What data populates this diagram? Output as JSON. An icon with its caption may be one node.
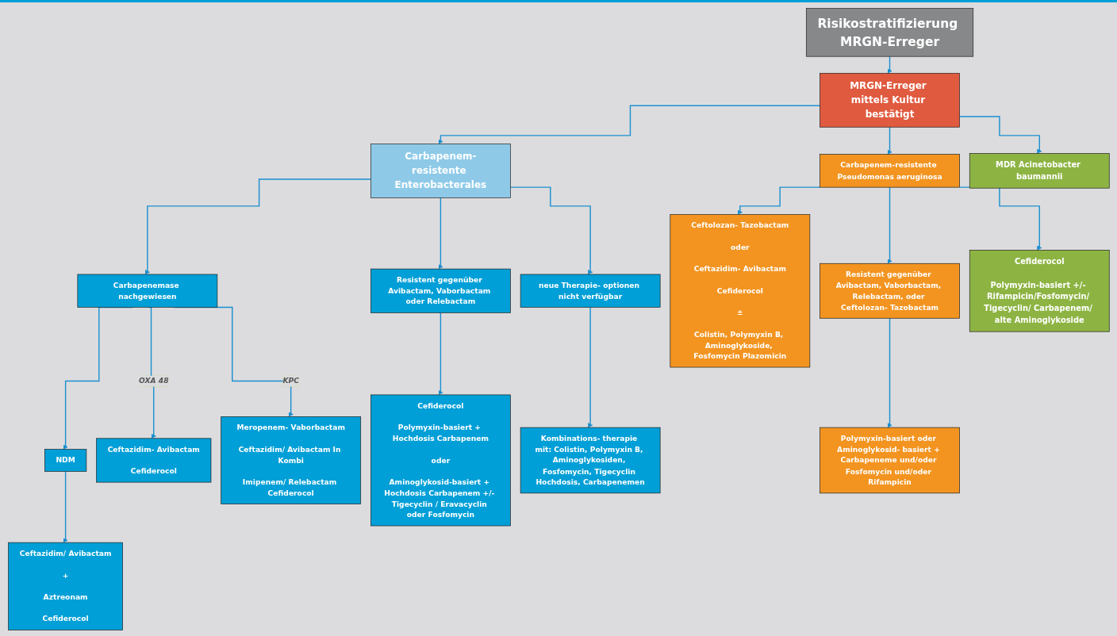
{
  "diagram": {
    "nodes": [
      {
        "text": [
          "Risikostratifizierung MRGN-Erreger"
        ]
      },
      {
        "text": [
          "MRGN-Erreger mittels Kultur bestätigt"
        ]
      },
      {
        "text": [
          "Carbapenem-resistente Enterobacterales"
        ]
      },
      {
        "text": [
          "Carbapenem-resistente Pseudomonas aeruginosa"
        ]
      },
      {
        "text": [
          "MDR Acinetobacter baumannii"
        ]
      },
      {
        "text": [
          "Carbapenemase nachgewiesen"
        ]
      },
      {
        "text": [
          "Resistent gegenüber Avibactam, Vaborbactam oder Relebactam"
        ]
      },
      {
        "text": [
          "neue Therapie- optionen nicht verfügbar"
        ]
      },
      {
        "text": [
          "NDM"
        ]
      },
      {
        "text": [
          "Ceftazidim- Avibactam",
          "Cefiderocol"
        ]
      },
      {
        "text": [
          "Meropenem- Vaborbactam",
          "Ceftazidim/ Avibactam In Kombi",
          "Imipenem/ Relebactam Cefiderocol"
        ]
      },
      {
        "text": [
          "Ceftazidim/ Avibactam",
          "+",
          "Aztreonam",
          "Cefiderocol"
        ]
      },
      {
        "text": [
          "Cefiderocol",
          "Polymyxin-basiert + Hochdosis Carbapenem",
          "oder",
          "Aminoglykosid-basiert + Hochdosis Carbapenem +/- Tigecyclin / Eravacyclin oder Fosfomycin"
        ]
      },
      {
        "text": [
          "Kombinations- therapie mit: Colistin, Polymyxin B, Aminoglykosiden, Fosfomycin, Tigecyclin Hochdosis, Carbapenemen"
        ]
      },
      {
        "text": [
          "Ceftolozan- Tazobactam",
          "oder",
          "Ceftazidim- Avibactam",
          "Cefiderocol",
          "±",
          "Colistin, Polymyxin B, Aminoglykoside, Fosfomycin Plazomicin"
        ]
      },
      {
        "text": [
          "Resistent gegenüber Avibactam, Vaborbactam, Relebactam, oder Ceftolozan- Tazobactam"
        ]
      },
      {
        "text": [
          "Polymyxin-basiert oder Aminoglykosid- basiert + Carbapeneme und/oder Fosfomycin und/oder Rifampicin"
        ]
      },
      {
        "text": [
          "Cefiderocol",
          "Polymyxin-basiert +/- Rifampicin/Fosfomycin/ Tigecyclin/ Carbapenem/ alte Aminoglykoside"
        ]
      }
    ],
    "edges": [
      {
        "from": 0,
        "to": 1,
        "arrow": "to"
      },
      {
        "from": 1,
        "to": 2,
        "arrow": "to"
      },
      {
        "from": 1,
        "to": 3,
        "arrow": "to"
      },
      {
        "from": 1,
        "to": 4,
        "arrow": "to"
      },
      {
        "from": 2,
        "to": 5,
        "arrow": "to"
      },
      {
        "from": 2,
        "to": 6,
        "arrow": "to"
      },
      {
        "from": 2,
        "to": 7,
        "arrow": "to"
      },
      {
        "from": 5,
        "to": 8,
        "arrow": "to"
      },
      {
        "from": 5,
        "to": 9,
        "arrow": "to",
        "label": "OXA 48"
      },
      {
        "from": 5,
        "to": 10,
        "arrow": "to",
        "label": "KPC"
      },
      {
        "from": 8,
        "to": 11,
        "arrow": "to"
      },
      {
        "from": 6,
        "to": 12,
        "arrow": "to"
      },
      {
        "from": 7,
        "to": 13,
        "arrow": "to"
      },
      {
        "from": 3,
        "to": 14,
        "arrow": "to"
      },
      {
        "from": 3,
        "to": 15,
        "arrow": "to"
      },
      {
        "from": 3,
        "to": 17,
        "arrow": "to"
      },
      {
        "from": 15,
        "to": 16,
        "arrow": "to"
      }
    ]
  }
}
